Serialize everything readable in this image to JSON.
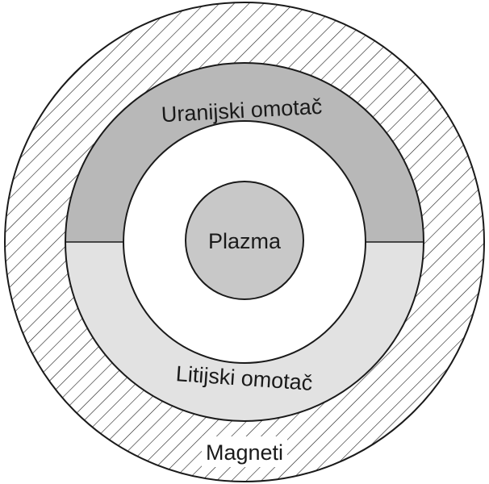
{
  "labels": {
    "plasma": "Plazma",
    "uranium_blanket": "Uranijski omotač",
    "lithium_blanket": "Litijski omotač",
    "magnets": "Magneti"
  },
  "colors": {
    "uranium_fill": "#b8b8b8",
    "lithium_fill": "#e2e2e2",
    "plasma_fill": "#c8c8c8",
    "stroke": "#1a1a1a",
    "hatch": "#1a1a1a"
  }
}
